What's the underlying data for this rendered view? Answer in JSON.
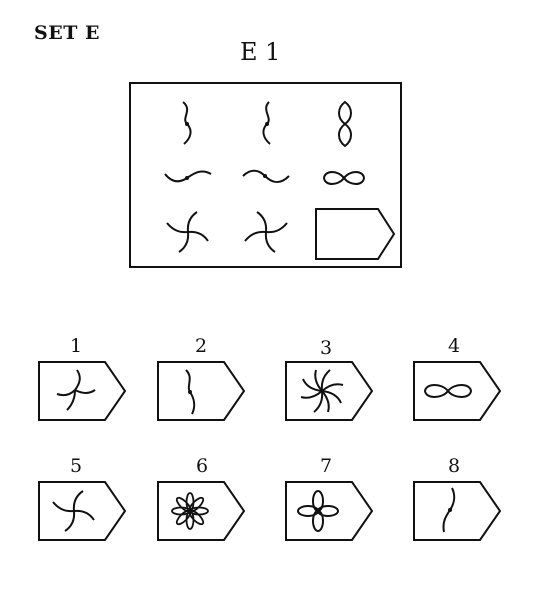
{
  "set_label": "SET E",
  "item_title": "E 1",
  "matrix": {
    "cells": [
      {
        "figure": "vertical-s-curve"
      },
      {
        "figure": "vertical-s-curve-mirrored"
      },
      {
        "figure": "vertical-figure-eight"
      },
      {
        "figure": "horizontal-s-curve"
      },
      {
        "figure": "horizontal-s-curve-mirrored"
      },
      {
        "figure": "horizontal-figure-eight"
      },
      {
        "figure": "four-arm-pinwheel"
      },
      {
        "figure": "four-arm-pinwheel-mirrored"
      },
      {
        "figure": "blank-answer-slot"
      }
    ]
  },
  "options": [
    {
      "number": "1",
      "figure": "three-arm-pinwheel"
    },
    {
      "number": "2",
      "figure": "vertical-s-curve"
    },
    {
      "number": "3",
      "figure": "many-arm-pinwheel"
    },
    {
      "number": "4",
      "figure": "horizontal-figure-eight"
    },
    {
      "number": "5",
      "figure": "four-arm-pinwheel"
    },
    {
      "number": "6",
      "figure": "eight-petal-flower"
    },
    {
      "number": "7",
      "figure": "four-petal-flower"
    },
    {
      "number": "8",
      "figure": "vertical-s-curve-mirrored"
    }
  ]
}
